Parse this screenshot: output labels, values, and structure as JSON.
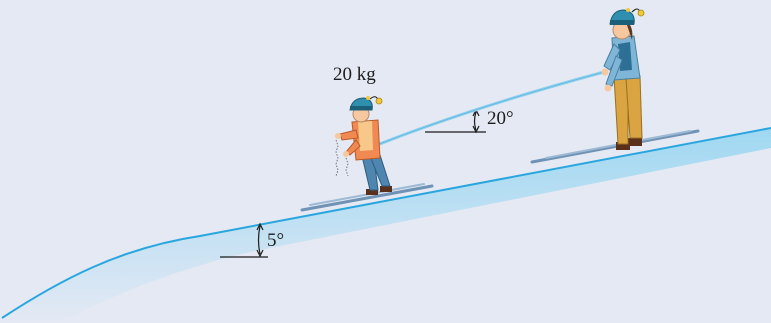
{
  "labels": {
    "mass": "20 kg",
    "rope_angle": "20°",
    "slope_angle": "5°"
  },
  "colors": {
    "background": "#e4e9f4",
    "snow_edge": "#2aa6de",
    "snow_fill": "#bfe4f5",
    "rope": "#8fd0ee",
    "ski": "#6f92b5",
    "child_jacket": "#f08a52",
    "child_vest": "#f7c88a",
    "child_pants": "#4f86b0",
    "hat": "#2e8fae",
    "adult_jacket": "#7fb6d8",
    "adult_pants": "#d9a441",
    "skin": "#f5c8a0"
  },
  "icons": {
    "child_skier": "child-skier-icon",
    "adult_skier": "adult-skier-icon"
  }
}
